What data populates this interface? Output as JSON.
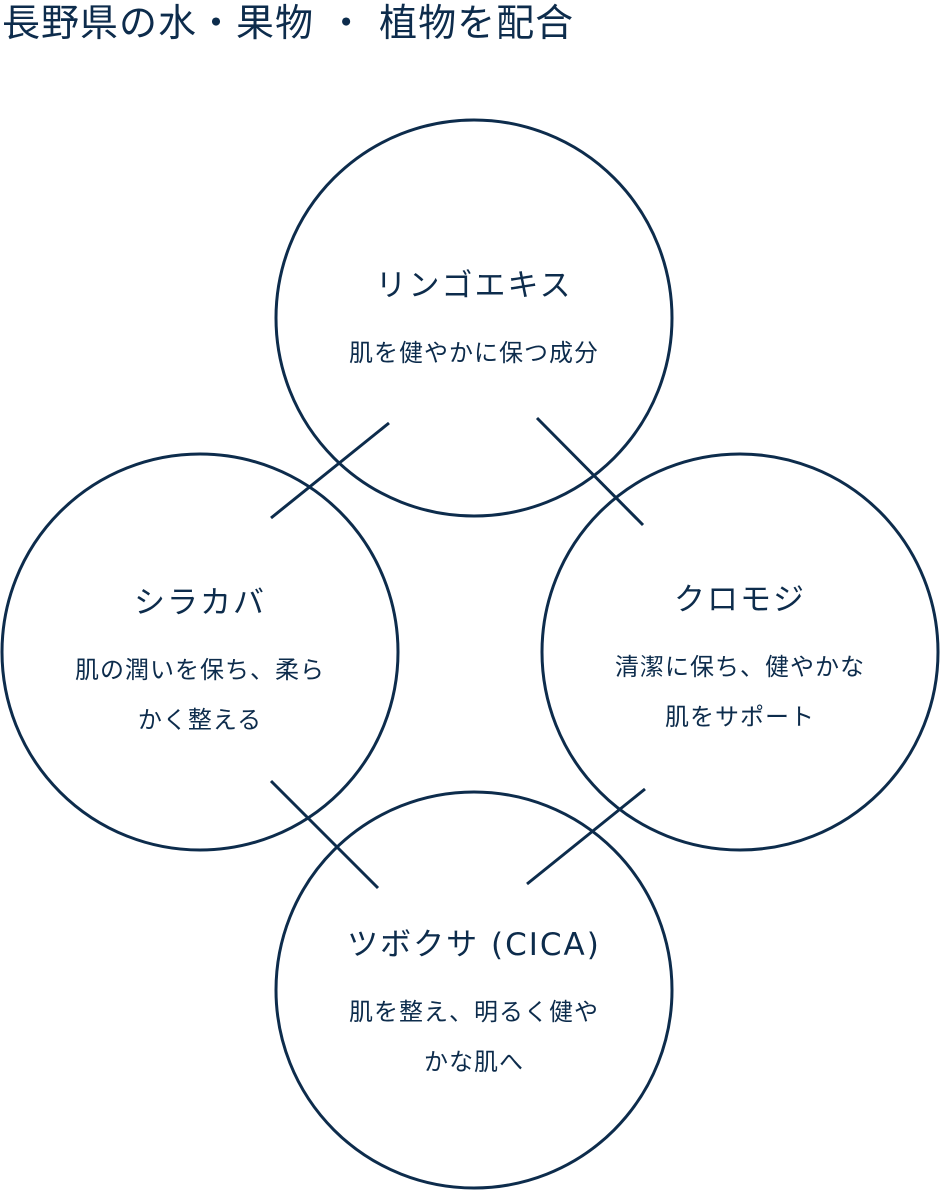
{
  "title": "長野県の水・果物 ・ 植物を配合",
  "ingredients": [
    {
      "name": "リンゴエキス",
      "description": [
        "肌を健やかに保つ成分"
      ]
    },
    {
      "name": "シラカバ",
      "description": [
        "肌の潤いを保ち、柔ら",
        "かく整える"
      ]
    },
    {
      "name": "クロモジ",
      "description": [
        "清潔に保ち、健やかな",
        "肌をサポート"
      ]
    },
    {
      "name": "ツボクサ (CICA)",
      "description": [
        "肌を整え、明るく健や",
        "かな肌へ"
      ]
    }
  ]
}
